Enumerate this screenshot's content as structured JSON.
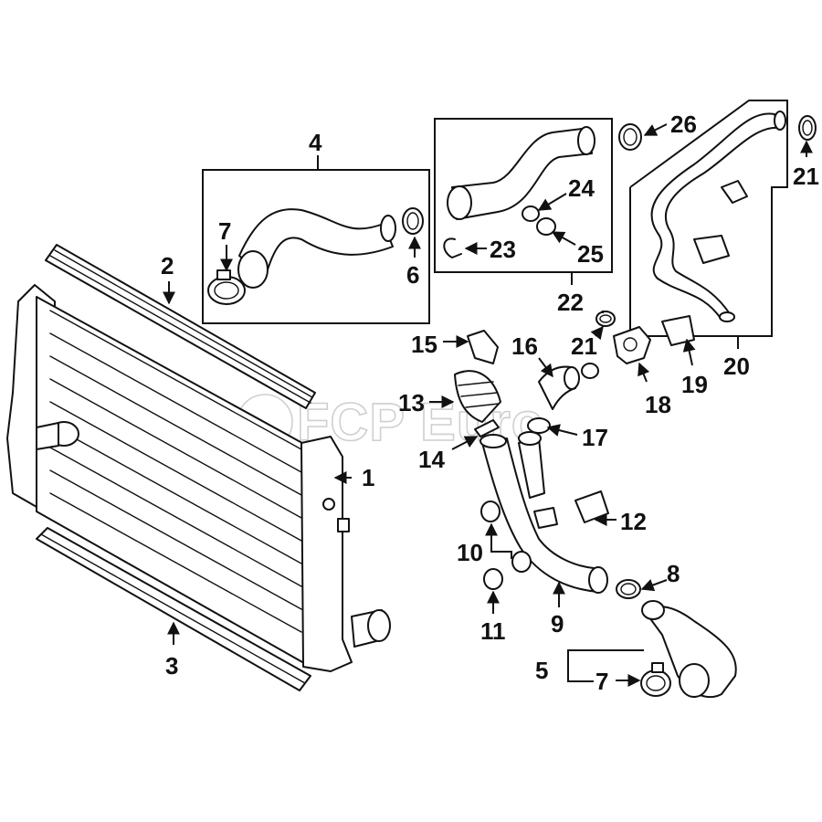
{
  "watermark": "FCP Euro",
  "callouts": {
    "c1": "1",
    "c2": "2",
    "c3": "3",
    "c4": "4",
    "c5": "5",
    "c6": "6",
    "c7a": "7",
    "c7b": "7",
    "c8": "8",
    "c9": "9",
    "c10": "10",
    "c11": "11",
    "c12": "12",
    "c13": "13",
    "c14": "14",
    "c15": "15",
    "c16": "16",
    "c17": "17",
    "c18": "18",
    "c19": "19",
    "c20": "20",
    "c21a": "21",
    "c21b": "21",
    "c22": "22",
    "c23": "23",
    "c24": "24",
    "c25": "25",
    "c26": "26"
  }
}
